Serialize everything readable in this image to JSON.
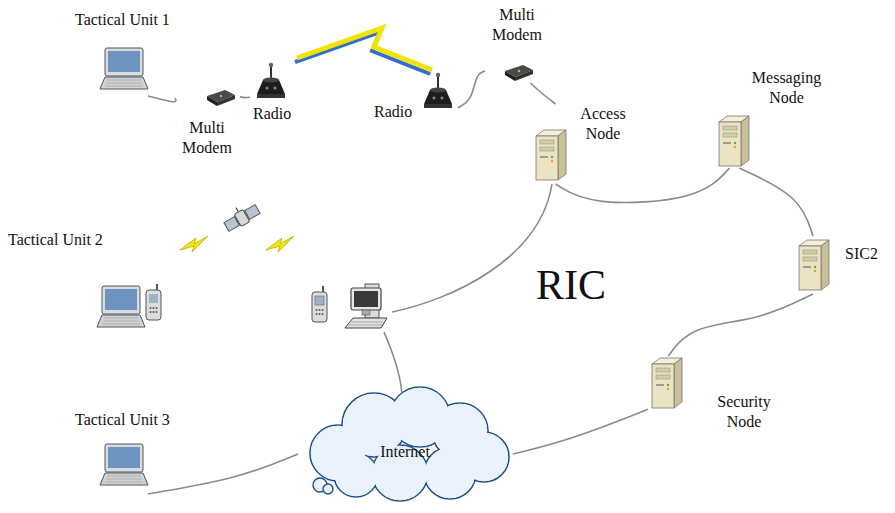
{
  "diagram": {
    "nodes": [
      {
        "text": [
          "Tactical Unit 1"
        ]
      },
      {
        "text": [
          "Multi Modem"
        ]
      },
      {
        "text": [
          "Radio"
        ]
      },
      {
        "text": [
          "Radio"
        ]
      },
      {
        "text": [
          "Multi Modem"
        ]
      },
      {
        "text": [
          "Access Node"
        ]
      },
      {
        "text": [
          "Messaging Node"
        ]
      },
      {
        "text": [
          "Tactical Unit 2"
        ]
      },
      {
        "text": [
          "SIC2"
        ]
      },
      {
        "text": [
          "Internet"
        ]
      },
      {
        "text": [
          "Security Node"
        ]
      },
      {
        "text": [
          "Tactical Unit 3"
        ]
      }
    ],
    "edges": [
      {
        "from": 0,
        "to": 1,
        "arrow": "none"
      },
      {
        "from": 1,
        "to": 2,
        "arrow": "none"
      },
      {
        "from": 2,
        "to": 3,
        "arrow": "none"
      },
      {
        "from": 3,
        "to": 4,
        "arrow": "none"
      },
      {
        "from": 4,
        "to": 5,
        "arrow": "none"
      },
      {
        "from": 5,
        "to": 6,
        "arrow": "none"
      },
      {
        "from": 6,
        "to": 8,
        "arrow": "none"
      },
      {
        "from": 8,
        "to": 10,
        "arrow": "none"
      },
      {
        "from": 10,
        "to": 9,
        "arrow": "none"
      },
      {
        "from": 9,
        "to": 11,
        "arrow": "none"
      }
    ],
    "labels": [
      "RIC"
    ]
  }
}
